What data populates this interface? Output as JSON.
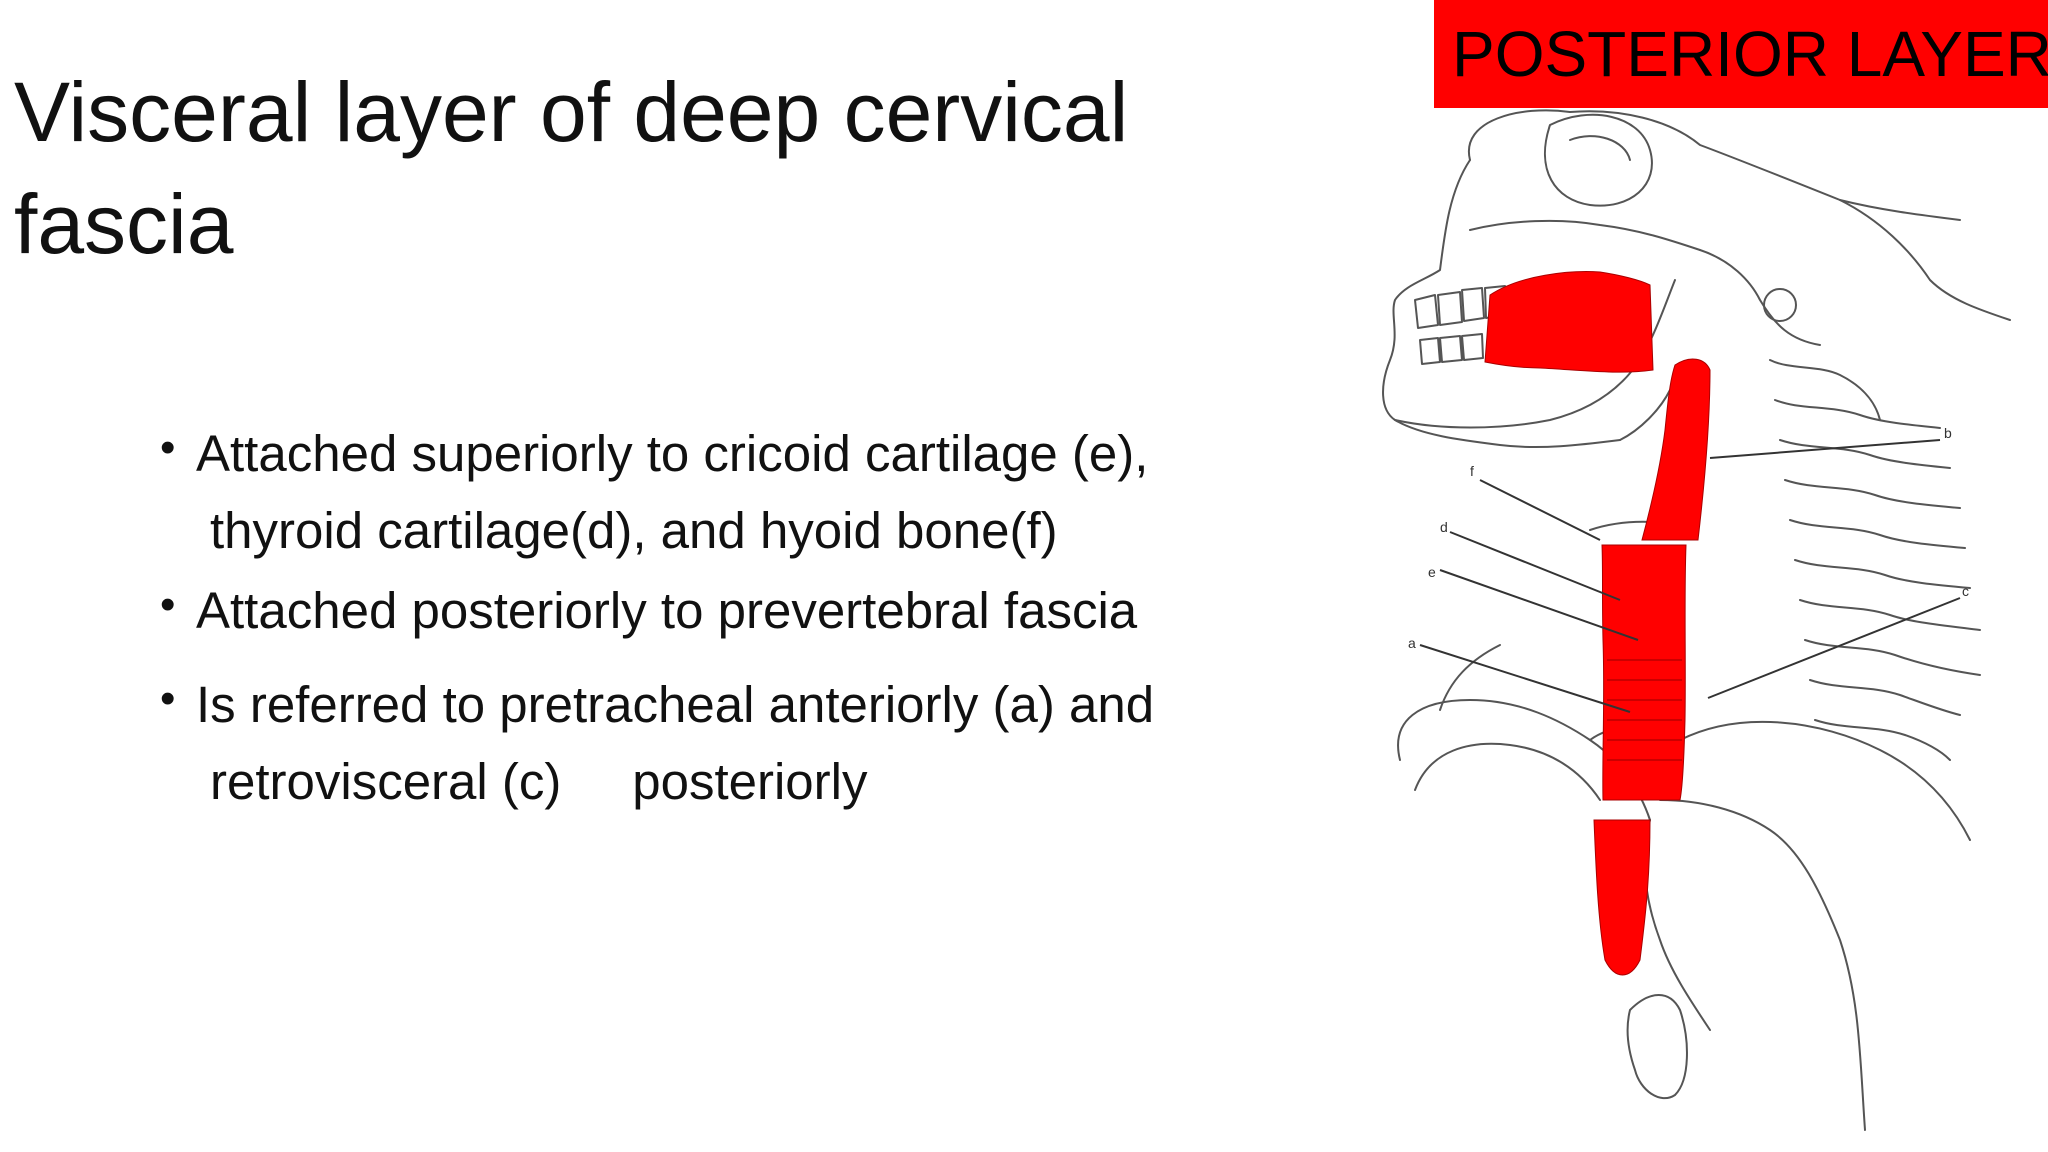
{
  "slide": {
    "title": "Visceral layer of deep cervical fascia",
    "label": "POSTERIOR LAYER",
    "bullets": [
      {
        "line1": "Attached superiorly to cricoid cartilage (e),",
        "line2": "thyroid cartilage(d), and hyoid bone(f)"
      },
      {
        "line1": "Attached posteriorly to prevertebral fascia"
      },
      {
        "line1": "Is referred to pretracheal anteriorly (a) and",
        "line2": "retrovisceral (c)     posteriorly"
      }
    ]
  },
  "figure": {
    "letters": [
      "f",
      "d",
      "e",
      "a",
      "b",
      "c"
    ],
    "highlight_color": "#ff0000",
    "label_color": "#ff0000"
  }
}
